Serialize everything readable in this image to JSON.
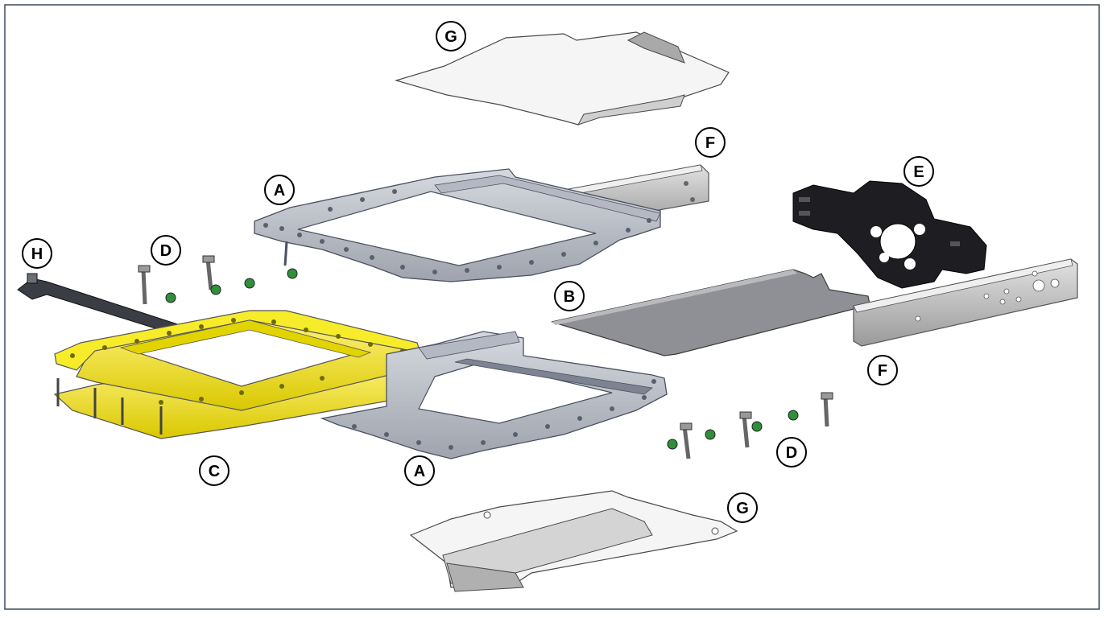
{
  "callouts": {
    "g_top": "G",
    "f_top": "F",
    "a_top": "A",
    "e": "E",
    "h": "H",
    "d_left": "D",
    "b": "B",
    "f_right": "F",
    "d_right": "D",
    "c": "C",
    "a_bottom": "A",
    "g_bottom": "G"
  },
  "colors": {
    "frame_border": "#3c4a5a",
    "part_gray": "#c3c7cf",
    "part_dark": "#1e1e22",
    "part_yellow": "#f3e600",
    "sheet": "#f2f2f2",
    "plate": "#8e9095",
    "washer_green": "#2f8f3a"
  }
}
